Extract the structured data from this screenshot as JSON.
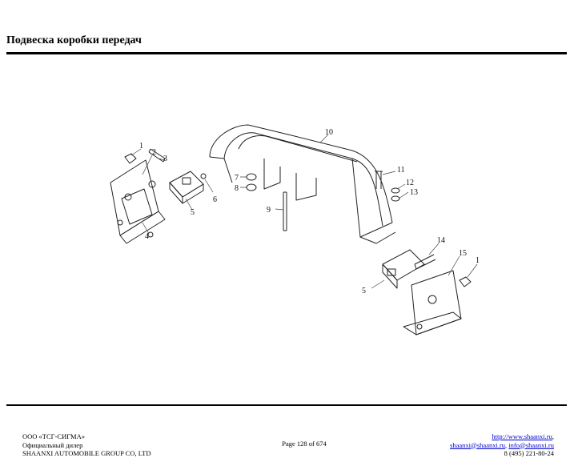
{
  "document": {
    "title": "Подвеска коробки передач"
  },
  "diagram": {
    "callouts": [
      "1",
      "2",
      "3",
      "4",
      "5",
      "6",
      "7",
      "8",
      "9",
      "10",
      "11",
      "12",
      "13",
      "14",
      "15",
      "1",
      "5"
    ]
  },
  "footer": {
    "left": {
      "line1": "ООО «ТСГ-СИГМА»",
      "line2": "Официальный дилер",
      "line3": "SHAANXI AUTOMOBILE GROUP CO, LTD"
    },
    "center": {
      "page": "Page 128 of 674"
    },
    "right": {
      "website": "http://www.shaanxi.ru",
      "website_suffix": ",",
      "email1": "shaanxi@shaanxi.ru",
      "email_sep": ", ",
      "email2": "info@shaanxi.ru",
      "phone": "8 (495) 221-80-24"
    }
  }
}
